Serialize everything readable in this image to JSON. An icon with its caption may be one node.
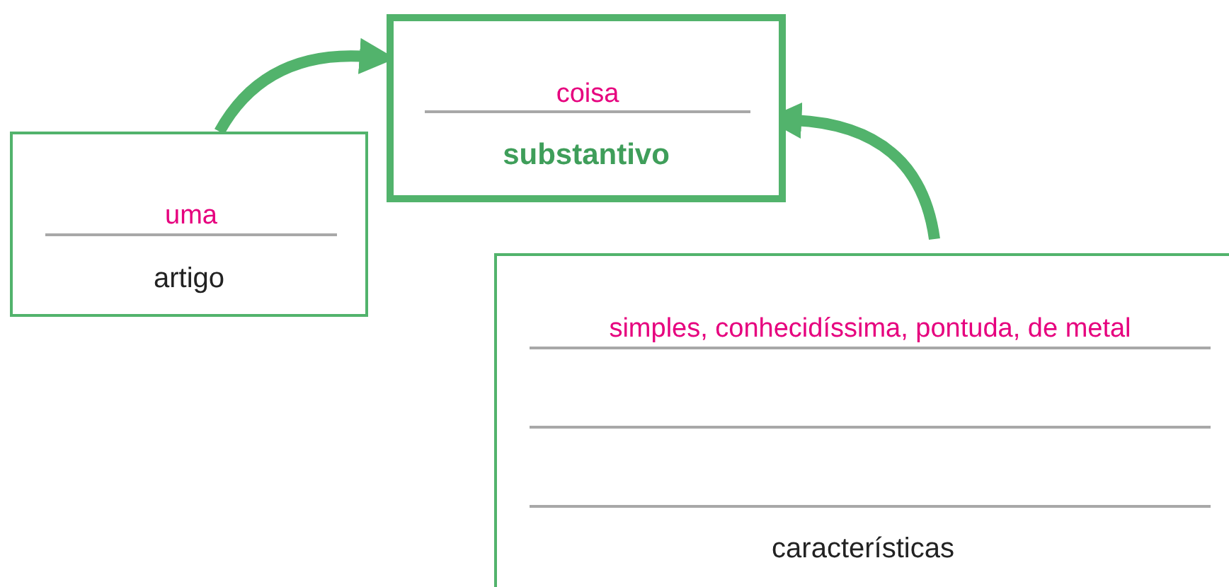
{
  "diagram": {
    "nodes": [
      {
        "text": [
          "uma",
          "artigo"
        ]
      },
      {
        "text": [
          "coisa",
          "substantivo"
        ]
      },
      {
        "text": [
          "simples, conhecidíssima, pontuda, de metal",
          "características"
        ]
      }
    ],
    "edges": [
      {
        "from": 0,
        "to": 1,
        "arrow": "to"
      },
      {
        "from": 2,
        "to": 1,
        "arrow": "to"
      }
    ]
  }
}
